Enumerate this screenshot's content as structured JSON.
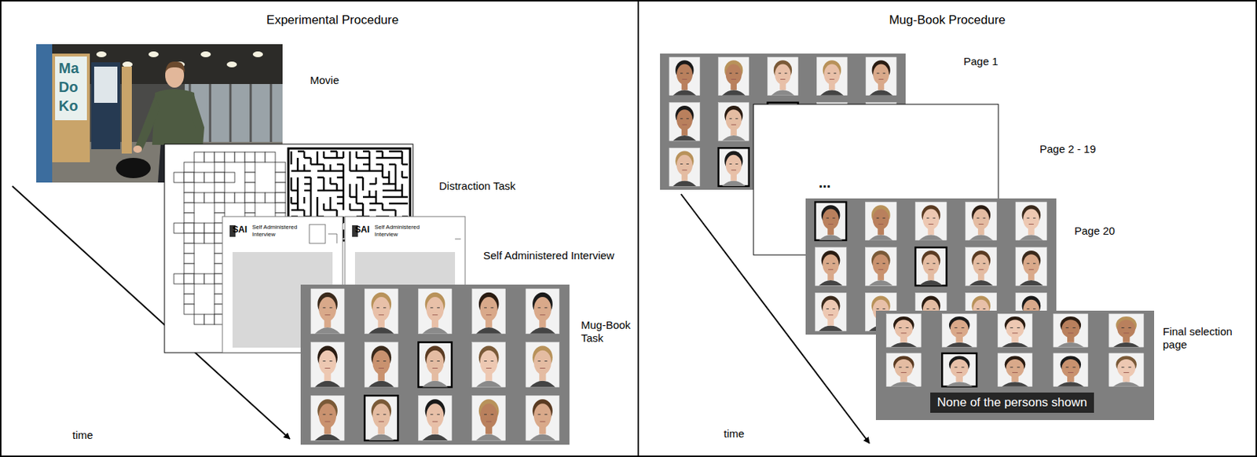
{
  "diagram": {
    "nodes": [
      {
        "text": [
          "Experimental Procedure"
        ]
      },
      {
        "text": [
          "Mug-Book Procedure"
        ]
      },
      {
        "text": [
          "None of the persons shown"
        ],
        "in": 1
      }
    ],
    "labels": [
      "Ma",
      "Do",
      "Ko",
      "Movie",
      "Distraction Task",
      "SAI",
      "Self Administered Interview",
      "SAI",
      "Self Administered Interview",
      "Self Administered Interview",
      "Mug-Book Task",
      "time",
      "Page 1",
      "...",
      "Page 2 - 19",
      "Page 20",
      "Final selection page",
      "time"
    ]
  }
}
